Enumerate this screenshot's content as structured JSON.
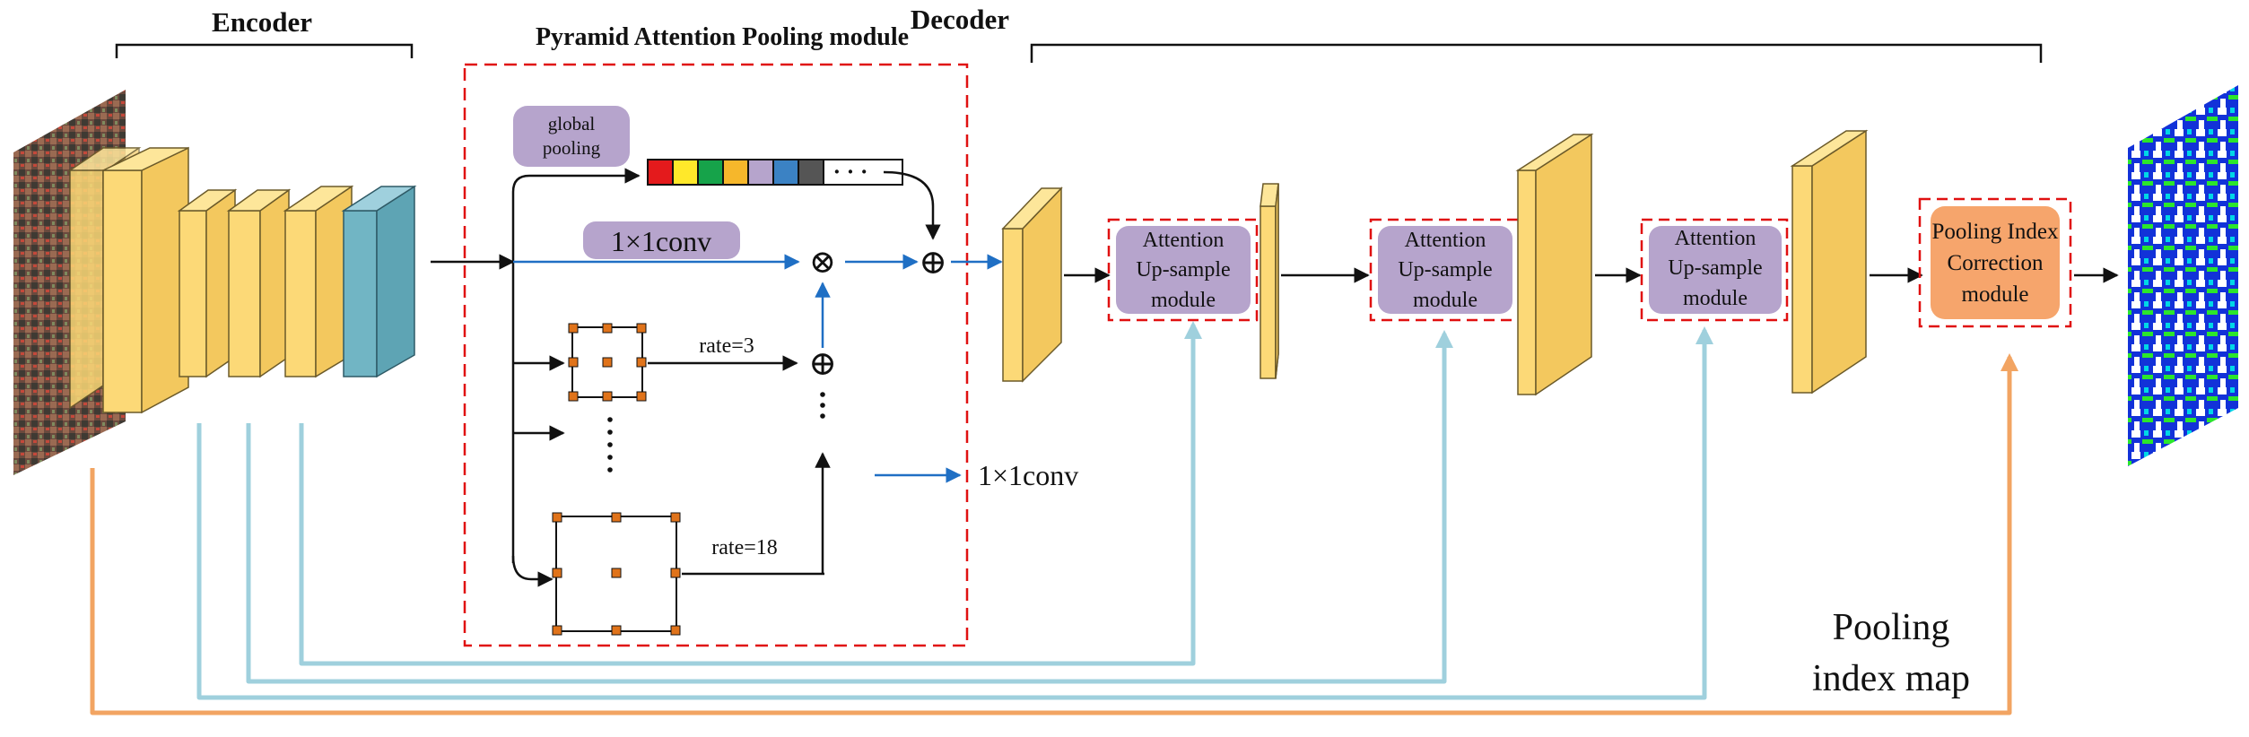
{
  "labels": {
    "encoder": "Encoder",
    "decoder": "Decoder",
    "pap_title": "Pyramid Attention Pooling module",
    "global_pooling_1": "global",
    "global_pooling_2": "pooling",
    "conv_in_module": "1×1conv",
    "rate_3": "rate=3",
    "rate_18": "rate=18",
    "legend_conv": "1×1conv",
    "aum_1": "Attention",
    "aum_2": "Up-sample",
    "aum_3": "module",
    "pic_1": "Pooling Index",
    "pic_2": "Correction",
    "pic_3": "module",
    "pim_1": "Pooling",
    "pim_2": "index map",
    "plus": "⊕",
    "times": "⊗",
    "dots_h": "· · ·"
  },
  "colors": {
    "feature_yellow": "#fcd977",
    "feature_blue": "#71b5c4",
    "module_purple": "#b6a4cc",
    "pic_orange": "#f6a56c",
    "dashed_red": "#e01010",
    "skip_blue": "#9fd0dd",
    "skip_orange": "#f2a462",
    "arrow_blue": "#1f6fc4",
    "pool_marker": "#e0731a"
  },
  "vector_colors": [
    "#e41a1c",
    "#ffe82a",
    "#16a34a",
    "#f6b72b",
    "#b6a4cc",
    "#3b82c4",
    "#555555",
    "#ffffff"
  ]
}
